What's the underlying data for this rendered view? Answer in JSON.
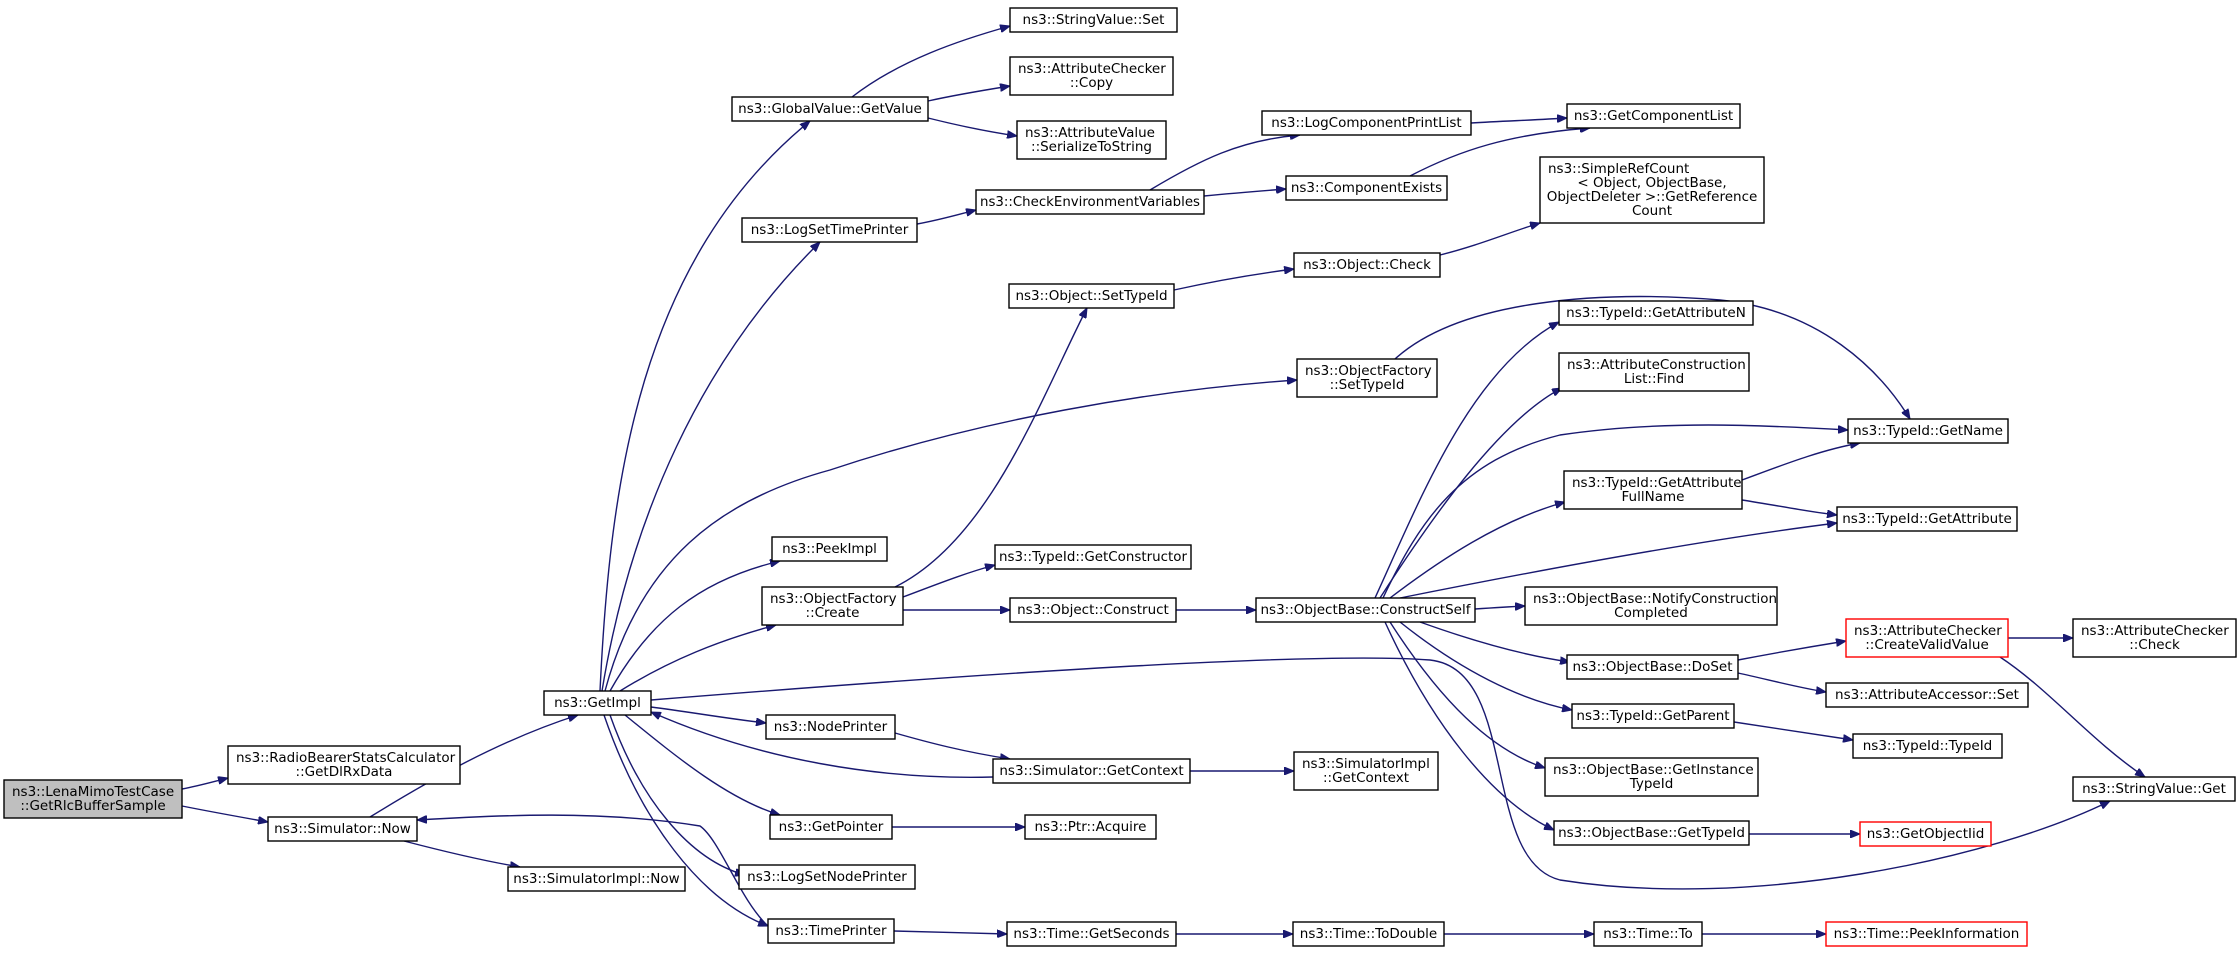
{
  "colors": {
    "edge": "#191970",
    "root_fill": "#bfbfbf",
    "truncated_border": "#ff0000",
    "node_border": "#000000"
  },
  "nodes": [
    {
      "id": "n_root",
      "lines": [
        "ns3::LenaMimoTestCase",
        "::GetRlcBufferSample"
      ],
      "style": "root"
    },
    {
      "id": "n_getdlrx",
      "lines": [
        "ns3::RadioBearerStatsCalculator",
        "::GetDlRxData"
      ]
    },
    {
      "id": "n_simnow",
      "lines": [
        "ns3::Simulator::Now"
      ]
    },
    {
      "id": "n_simimplnow",
      "lines": [
        "ns3::SimulatorImpl::Now"
      ]
    },
    {
      "id": "n_getimpl",
      "lines": [
        "ns3::GetImpl"
      ]
    },
    {
      "id": "n_gvgetvalue",
      "lines": [
        "ns3::GlobalValue::GetValue"
      ]
    },
    {
      "id": "n_svset",
      "lines": [
        "ns3::StringValue::Set"
      ]
    },
    {
      "id": "n_accopy",
      "lines": [
        "ns3::AttributeChecker",
        "::Copy"
      ]
    },
    {
      "id": "n_avser",
      "lines": [
        "ns3::AttributeValue",
        "::SerializeToString"
      ]
    },
    {
      "id": "n_logsettime",
      "lines": [
        "ns3::LogSetTimePrinter"
      ]
    },
    {
      "id": "n_checkenv",
      "lines": [
        "ns3::CheckEnvironmentVariables"
      ]
    },
    {
      "id": "n_logcompprint",
      "lines": [
        "ns3::LogComponentPrintList"
      ]
    },
    {
      "id": "n_getcomplist",
      "lines": [
        "ns3::GetComponentList"
      ]
    },
    {
      "id": "n_compexists",
      "lines": [
        "ns3::ComponentExists"
      ]
    },
    {
      "id": "n_simplerefcount",
      "lines": [
        "ns3::SimpleRefCount",
        "< Object, ObjectBase,",
        " ObjectDeleter >::GetReference",
        "Count"
      ]
    },
    {
      "id": "n_objcheck",
      "lines": [
        "ns3::Object::Check"
      ]
    },
    {
      "id": "n_objsettypeid",
      "lines": [
        "ns3::Object::SetTypeId"
      ]
    },
    {
      "id": "n_ofsettypeid",
      "lines": [
        "ns3::ObjectFactory",
        "::SetTypeId"
      ]
    },
    {
      "id": "n_tidgetattrn",
      "lines": [
        "ns3::TypeId::GetAttributeN"
      ]
    },
    {
      "id": "n_acfind",
      "lines": [
        "ns3::AttributeConstruction",
        "List::Find"
      ]
    },
    {
      "id": "n_tidgetname",
      "lines": [
        "ns3::TypeId::GetName"
      ]
    },
    {
      "id": "n_tidgetattrfull",
      "lines": [
        "ns3::TypeId::GetAttribute",
        "FullName"
      ]
    },
    {
      "id": "n_tidgetattr",
      "lines": [
        "ns3::TypeId::GetAttribute"
      ]
    },
    {
      "id": "n_peekimpl",
      "lines": [
        "ns3::PeekImpl"
      ]
    },
    {
      "id": "n_tidgetctor",
      "lines": [
        "ns3::TypeId::GetConstructor"
      ]
    },
    {
      "id": "n_ofcreate",
      "lines": [
        "ns3::ObjectFactory",
        "::Create"
      ]
    },
    {
      "id": "n_objconstruct",
      "lines": [
        "ns3::Object::Construct"
      ]
    },
    {
      "id": "n_obconstructself",
      "lines": [
        "ns3::ObjectBase::ConstructSelf"
      ]
    },
    {
      "id": "n_obnotify",
      "lines": [
        "ns3::ObjectBase::NotifyConstruction",
        "Completed"
      ]
    },
    {
      "id": "n_accreate",
      "lines": [
        "ns3::AttributeChecker",
        "::CreateValidValue"
      ],
      "style": "red"
    },
    {
      "id": "n_accheck",
      "lines": [
        "ns3::AttributeChecker",
        "::Check"
      ]
    },
    {
      "id": "n_obdoset",
      "lines": [
        "ns3::ObjectBase::DoSet"
      ]
    },
    {
      "id": "n_aaset",
      "lines": [
        "ns3::AttributeAccessor::Set"
      ]
    },
    {
      "id": "n_nodeprinter",
      "lines": [
        "ns3::NodePrinter"
      ]
    },
    {
      "id": "n_tidgetparent",
      "lines": [
        "ns3::TypeId::GetParent"
      ]
    },
    {
      "id": "n_tidtypeid",
      "lines": [
        "ns3::TypeId::TypeId"
      ]
    },
    {
      "id": "n_simgetctx",
      "lines": [
        "ns3::Simulator::GetContext"
      ]
    },
    {
      "id": "n_simimplgetctx",
      "lines": [
        "ns3::SimulatorImpl",
        "::GetContext"
      ]
    },
    {
      "id": "n_obgetinst",
      "lines": [
        "ns3::ObjectBase::GetInstance",
        "TypeId"
      ]
    },
    {
      "id": "n_svget",
      "lines": [
        "ns3::StringValue::Get"
      ]
    },
    {
      "id": "n_getpointer",
      "lines": [
        "ns3::GetPointer"
      ]
    },
    {
      "id": "n_ptracquire",
      "lines": [
        "ns3::Ptr::Acquire"
      ]
    },
    {
      "id": "n_obgettypeid",
      "lines": [
        "ns3::ObjectBase::GetTypeId"
      ]
    },
    {
      "id": "n_getobjiid",
      "lines": [
        "ns3::GetObjectIid"
      ],
      "style": "red"
    },
    {
      "id": "n_logsetnode",
      "lines": [
        "ns3::LogSetNodePrinter"
      ]
    },
    {
      "id": "n_timeprinter",
      "lines": [
        "ns3::TimePrinter"
      ]
    },
    {
      "id": "n_timegetsec",
      "lines": [
        "ns3::Time::GetSeconds"
      ]
    },
    {
      "id": "n_timetodouble",
      "lines": [
        "ns3::Time::ToDouble"
      ]
    },
    {
      "id": "n_timeto",
      "lines": [
        "ns3::Time::To"
      ]
    },
    {
      "id": "n_timepeek",
      "lines": [
        "ns3::Time::PeekInformation"
      ],
      "style": "red"
    }
  ],
  "edges": [
    [
      "n_root",
      "n_getdlrx"
    ],
    [
      "n_root",
      "n_simnow"
    ],
    [
      "n_simnow",
      "n_getimpl"
    ],
    [
      "n_simnow",
      "n_simimplnow"
    ],
    [
      "n_getimpl",
      "n_gvgetvalue"
    ],
    [
      "n_getimpl",
      "n_logsettime"
    ],
    [
      "n_getimpl",
      "n_ofsettypeid"
    ],
    [
      "n_getimpl",
      "n_peekimpl"
    ],
    [
      "n_getimpl",
      "n_ofcreate"
    ],
    [
      "n_getimpl",
      "n_nodeprinter"
    ],
    [
      "n_getimpl",
      "n_getpointer"
    ],
    [
      "n_getimpl",
      "n_logsetnode"
    ],
    [
      "n_getimpl",
      "n_timeprinter"
    ],
    [
      "n_getimpl",
      "n_svget"
    ],
    [
      "n_gvgetvalue",
      "n_svset"
    ],
    [
      "n_gvgetvalue",
      "n_accopy"
    ],
    [
      "n_gvgetvalue",
      "n_avser"
    ],
    [
      "n_logsettime",
      "n_checkenv"
    ],
    [
      "n_checkenv",
      "n_logcompprint"
    ],
    [
      "n_checkenv",
      "n_compexists"
    ],
    [
      "n_logcompprint",
      "n_getcomplist"
    ],
    [
      "n_compexists",
      "n_getcomplist"
    ],
    [
      "n_objsettypeid",
      "n_objcheck"
    ],
    [
      "n_objcheck",
      "n_simplerefcount"
    ],
    [
      "n_ofsettypeid",
      "n_tidgetname"
    ],
    [
      "n_ofcreate",
      "n_objsettypeid"
    ],
    [
      "n_ofcreate",
      "n_tidgetctor"
    ],
    [
      "n_ofcreate",
      "n_objconstruct"
    ],
    [
      "n_objconstruct",
      "n_obconstructself"
    ],
    [
      "n_obconstructself",
      "n_tidgetattrn"
    ],
    [
      "n_obconstructself",
      "n_acfind"
    ],
    [
      "n_obconstructself",
      "n_tidgetname"
    ],
    [
      "n_obconstructself",
      "n_tidgetattrfull"
    ],
    [
      "n_obconstructself",
      "n_tidgetattr"
    ],
    [
      "n_obconstructself",
      "n_obnotify"
    ],
    [
      "n_obconstructself",
      "n_obdoset"
    ],
    [
      "n_obconstructself",
      "n_tidgetparent"
    ],
    [
      "n_obconstructself",
      "n_obgetinst"
    ],
    [
      "n_obconstructself",
      "n_obgettypeid"
    ],
    [
      "n_tidgetattrfull",
      "n_tidgetname"
    ],
    [
      "n_tidgetattrfull",
      "n_tidgetattr"
    ],
    [
      "n_obdoset",
      "n_accreate"
    ],
    [
      "n_obdoset",
      "n_aaset"
    ],
    [
      "n_accreate",
      "n_accheck"
    ],
    [
      "n_accreate",
      "n_svget"
    ],
    [
      "n_tidgetparent",
      "n_tidtypeid"
    ],
    [
      "n_obgettypeid",
      "n_getobjiid"
    ],
    [
      "n_nodeprinter",
      "n_simgetctx"
    ],
    [
      "n_simgetctx",
      "n_getimpl"
    ],
    [
      "n_simgetctx",
      "n_simimplgetctx"
    ],
    [
      "n_getpointer",
      "n_ptracquire"
    ],
    [
      "n_timeprinter",
      "n_simnow"
    ],
    [
      "n_timeprinter",
      "n_timegetsec"
    ],
    [
      "n_timegetsec",
      "n_timetodouble"
    ],
    [
      "n_timetodouble",
      "n_timeto"
    ],
    [
      "n_timeto",
      "n_timepeek"
    ]
  ]
}
